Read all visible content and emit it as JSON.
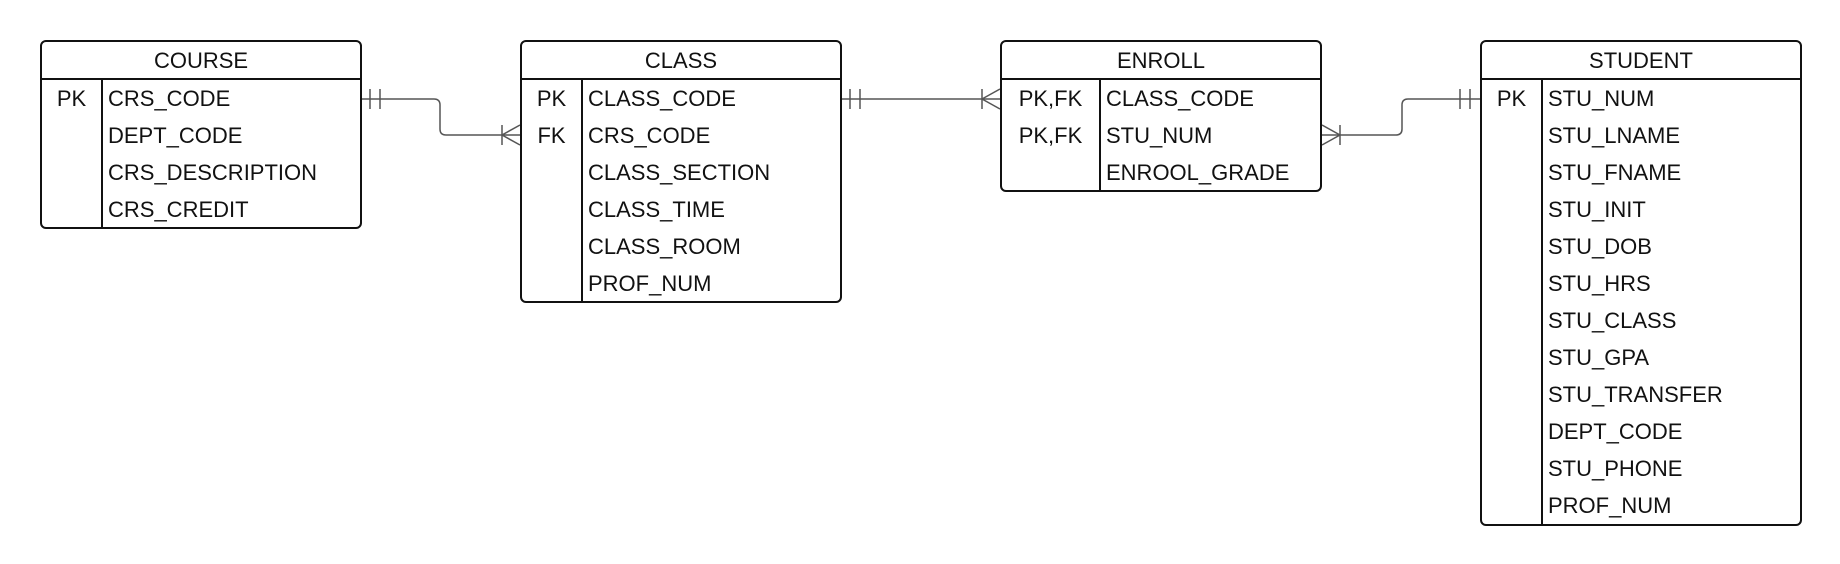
{
  "entities": {
    "course": {
      "name": "COURSE",
      "rows": [
        {
          "key": "PK",
          "attr": "CRS_CODE"
        },
        {
          "key": "",
          "attr": "DEPT_CODE"
        },
        {
          "key": "",
          "attr": "CRS_DESCRIPTION"
        },
        {
          "key": "",
          "attr": "CRS_CREDIT"
        }
      ]
    },
    "class": {
      "name": "CLASS",
      "rows": [
        {
          "key": "PK",
          "attr": "CLASS_CODE"
        },
        {
          "key": "FK",
          "attr": "CRS_CODE"
        },
        {
          "key": "",
          "attr": "CLASS_SECTION"
        },
        {
          "key": "",
          "attr": "CLASS_TIME"
        },
        {
          "key": "",
          "attr": "CLASS_ROOM"
        },
        {
          "key": "",
          "attr": "PROF_NUM"
        }
      ]
    },
    "enroll": {
      "name": "ENROLL",
      "rows": [
        {
          "key": "PK,FK",
          "attr": "CLASS_CODE"
        },
        {
          "key": "PK,FK",
          "attr": "STU_NUM"
        },
        {
          "key": "",
          "attr": "ENROOL_GRADE"
        }
      ]
    },
    "student": {
      "name": "STUDENT",
      "rows": [
        {
          "key": "PK",
          "attr": "STU_NUM"
        },
        {
          "key": "",
          "attr": "STU_LNAME"
        },
        {
          "key": "",
          "attr": "STU_FNAME"
        },
        {
          "key": "",
          "attr": "STU_INIT"
        },
        {
          "key": "",
          "attr": "STU_DOB"
        },
        {
          "key": "",
          "attr": "STU_HRS"
        },
        {
          "key": "",
          "attr": "STU_CLASS"
        },
        {
          "key": "",
          "attr": "STU_GPA"
        },
        {
          "key": "",
          "attr": "STU_TRANSFER"
        },
        {
          "key": "",
          "attr": "DEPT_CODE"
        },
        {
          "key": "",
          "attr": "STU_PHONE"
        },
        {
          "key": "",
          "attr": "PROF_NUM"
        }
      ]
    }
  },
  "relationships": [
    {
      "from": "COURSE",
      "to": "CLASS",
      "from_cardinality": "one-and-only-one",
      "to_cardinality": "one-or-many"
    },
    {
      "from": "CLASS",
      "to": "ENROLL",
      "from_cardinality": "one-and-only-one",
      "to_cardinality": "one-or-many"
    },
    {
      "from": "STUDENT",
      "to": "ENROLL",
      "from_cardinality": "one-and-only-one",
      "to_cardinality": "one-or-many"
    }
  ],
  "colors": {
    "border": "#111111",
    "connector": "#555555",
    "background": "#ffffff"
  }
}
